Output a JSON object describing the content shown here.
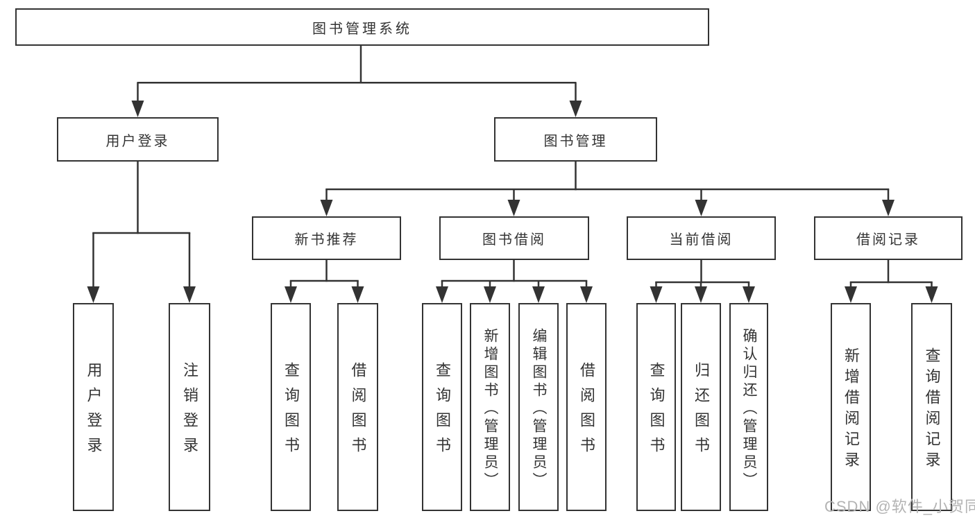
{
  "tree": {
    "root": {
      "label": "图书管理系统"
    },
    "children": [
      {
        "label": "用户登录",
        "children": [
          {
            "label": "用户登录"
          },
          {
            "label": "注销登录"
          }
        ]
      },
      {
        "label": "图书管理",
        "children": [
          {
            "label": "新书推荐",
            "children": [
              {
                "label": "查询图书"
              },
              {
                "label": "借阅图书"
              }
            ]
          },
          {
            "label": "图书借阅",
            "children": [
              {
                "label": "查询图书"
              },
              {
                "label": "新增图书（管理员）"
              },
              {
                "label": "编辑图书（管理员）"
              },
              {
                "label": "借阅图书"
              }
            ]
          },
          {
            "label": "当前借阅",
            "children": [
              {
                "label": "查询图书"
              },
              {
                "label": "归还图书"
              },
              {
                "label": "确认归还（管理员）"
              }
            ]
          },
          {
            "label": "借阅记录",
            "children": [
              {
                "label": "新增借阅记录"
              },
              {
                "label": "查询借阅记录"
              }
            ]
          }
        ]
      }
    ]
  },
  "watermark": {
    "text": "CSDN @软件_小贺同学"
  },
  "colors": {
    "line": "#333333",
    "box_border": "#333333",
    "text": "#333333",
    "background": "#ffffff",
    "watermark": "#b3b3b3"
  }
}
